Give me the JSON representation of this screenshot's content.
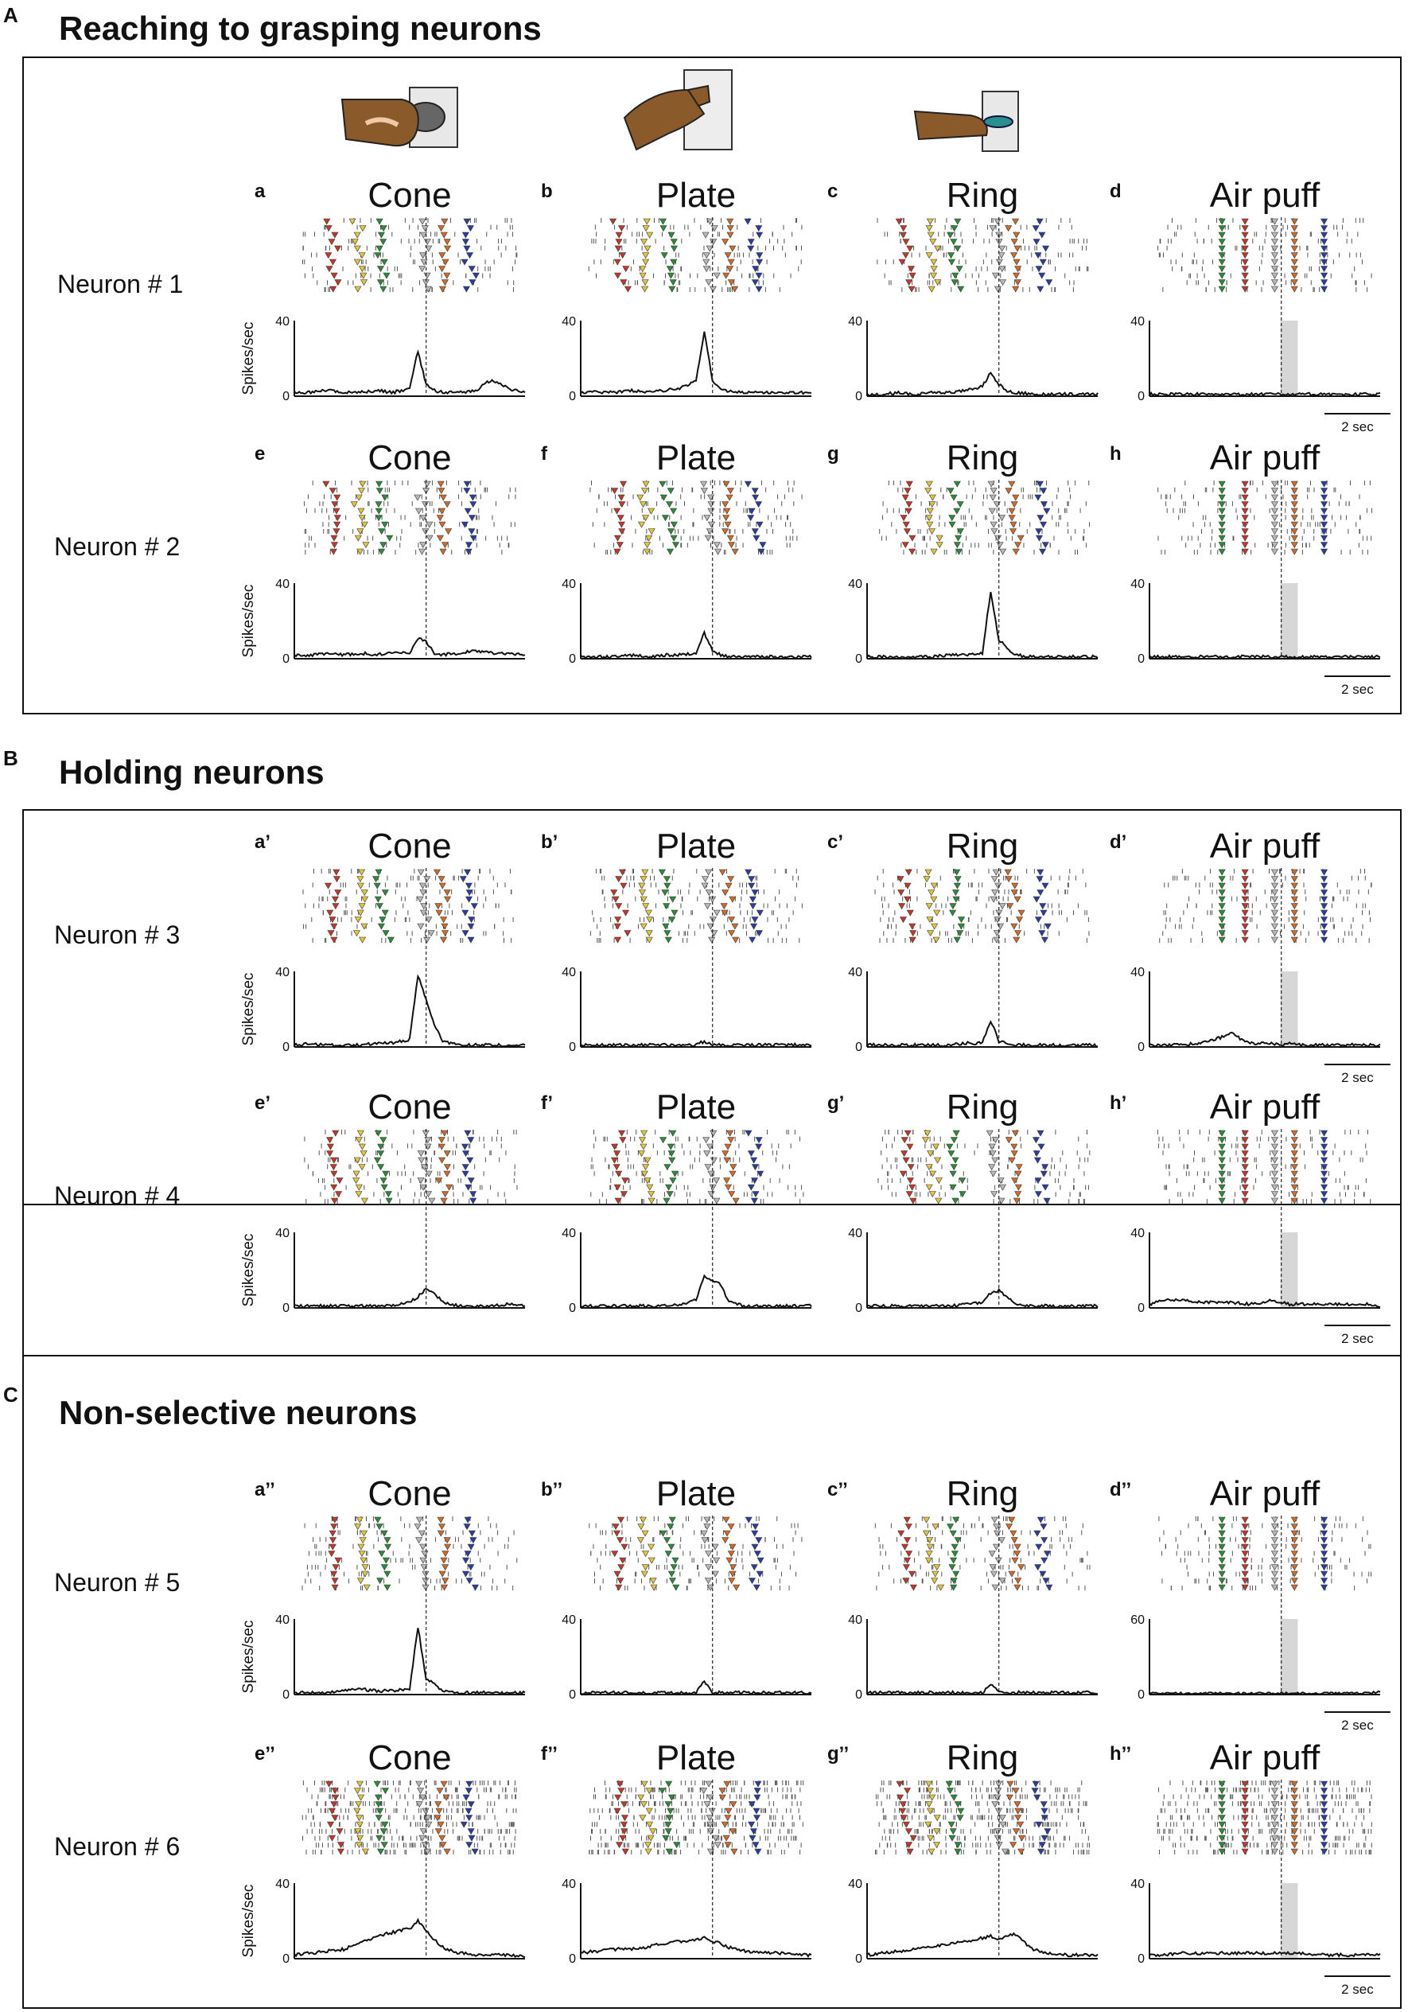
{
  "conditions": [
    "Cone",
    "Plate",
    "Ring",
    "Air puff"
  ],
  "time_window_sec": [
    -4,
    3
  ],
  "scale_bar_label": "2 sec",
  "y_label": "Spikes/sec",
  "marker_colors": {
    "red": "#c0392b",
    "yellow": "#e1c542",
    "green": "#2e8b3a",
    "gray": "#b8b8b8",
    "orange": "#cf6b2b",
    "blue": "#2c3e9c"
  },
  "icons": [
    "hand-grasping-cone-icon",
    "hand-grasping-plate-icon",
    "hand-grasping-ring-icon"
  ],
  "sections": [
    {
      "letter": "A",
      "title": "Reaching to grasping neurons",
      "neurons": [
        {
          "label": "Neuron # 1",
          "panels": [
            "a",
            "b",
            "c",
            "d"
          ],
          "ymax": [
            40,
            40,
            40,
            40
          ]
        },
        {
          "label": "Neuron # 2",
          "panels": [
            "e",
            "f",
            "g",
            "h"
          ],
          "ymax": [
            40,
            40,
            40,
            40
          ]
        }
      ]
    },
    {
      "letter": "B",
      "title": "Holding neurons",
      "neurons": [
        {
          "label": "Neuron # 3",
          "panels": [
            "a’",
            "b’",
            "c’",
            "d’"
          ],
          "ymax": [
            40,
            40,
            40,
            40
          ]
        },
        {
          "label": "Neuron # 4",
          "panels": [
            "e’",
            "f’",
            "g’",
            "h’"
          ],
          "ymax": [
            40,
            40,
            40,
            40
          ]
        }
      ]
    },
    {
      "letter": "C",
      "title": "Non-selective neurons",
      "neurons": [
        {
          "label": "Neuron # 5",
          "panels": [
            "a’’",
            "b’’",
            "c’’",
            "d’’"
          ],
          "ymax": [
            40,
            40,
            40,
            60
          ]
        },
        {
          "label": "Neuron # 6",
          "panels": [
            "e’’",
            "f’’",
            "g’’",
            "h’’"
          ],
          "ymax": [
            40,
            40,
            40,
            40
          ]
        }
      ]
    }
  ],
  "chart_data": {
    "type": "line",
    "description_units": "firing rate (spikes/sec) vs time (sec) aligned to event at t=0",
    "x": [
      -4,
      -3.5,
      -3,
      -2.5,
      -2,
      -1.5,
      -1,
      -0.5,
      -0.25,
      0,
      0.25,
      0.5,
      1,
      1.5,
      2,
      2.5,
      3
    ],
    "series": [
      {
        "neuron": 1,
        "condition": "Cone",
        "values": [
          2,
          2,
          3,
          2,
          2,
          3,
          2,
          4,
          24,
          6,
          3,
          2,
          2,
          3,
          9,
          4,
          2
        ]
      },
      {
        "neuron": 1,
        "condition": "Plate",
        "values": [
          2,
          2,
          2,
          3,
          2,
          3,
          4,
          8,
          34,
          8,
          3,
          3,
          2,
          2,
          2,
          2,
          2
        ]
      },
      {
        "neuron": 1,
        "condition": "Ring",
        "values": [
          1,
          1,
          2,
          1,
          2,
          2,
          3,
          5,
          13,
          6,
          3,
          2,
          1,
          1,
          1,
          1,
          1
        ]
      },
      {
        "neuron": 1,
        "condition": "Air puff",
        "values": [
          1,
          1,
          1,
          1,
          1,
          1,
          1,
          1,
          2,
          1,
          1,
          1,
          1,
          1,
          1,
          1,
          1
        ]
      },
      {
        "neuron": 2,
        "condition": "Cone",
        "values": [
          2,
          2,
          3,
          2,
          3,
          2,
          3,
          3,
          11,
          9,
          3,
          2,
          3,
          4,
          3,
          3,
          2
        ]
      },
      {
        "neuron": 2,
        "condition": "Plate",
        "values": [
          1,
          1,
          1,
          2,
          1,
          2,
          2,
          3,
          14,
          4,
          2,
          1,
          1,
          1,
          1,
          1,
          1
        ]
      },
      {
        "neuron": 2,
        "condition": "Ring",
        "values": [
          1,
          1,
          1,
          1,
          1,
          2,
          2,
          3,
          36,
          10,
          6,
          2,
          1,
          1,
          1,
          1,
          1
        ]
      },
      {
        "neuron": 2,
        "condition": "Air puff",
        "values": [
          1,
          1,
          1,
          1,
          1,
          1,
          1,
          1,
          1,
          1,
          1,
          1,
          1,
          1,
          1,
          1,
          1
        ]
      },
      {
        "neuron": 3,
        "condition": "Cone",
        "values": [
          1,
          2,
          1,
          1,
          1,
          2,
          2,
          4,
          38,
          25,
          12,
          3,
          1,
          1,
          1,
          1,
          1
        ]
      },
      {
        "neuron": 3,
        "condition": "Plate",
        "values": [
          1,
          1,
          1,
          1,
          1,
          1,
          1,
          1,
          3,
          1,
          1,
          1,
          1,
          1,
          1,
          1,
          1
        ]
      },
      {
        "neuron": 3,
        "condition": "Ring",
        "values": [
          1,
          1,
          1,
          1,
          1,
          1,
          2,
          2,
          14,
          3,
          2,
          1,
          1,
          1,
          1,
          1,
          1
        ]
      },
      {
        "neuron": 3,
        "condition": "Air puff",
        "values": [
          1,
          1,
          1,
          2,
          4,
          7,
          2,
          2,
          2,
          1,
          2,
          1,
          1,
          1,
          1,
          1,
          1
        ]
      },
      {
        "neuron": 4,
        "condition": "Cone",
        "values": [
          1,
          1,
          1,
          1,
          1,
          1,
          1,
          3,
          6,
          10,
          8,
          3,
          1,
          1,
          1,
          2,
          1
        ]
      },
      {
        "neuron": 4,
        "condition": "Plate",
        "values": [
          1,
          1,
          1,
          1,
          1,
          1,
          2,
          4,
          17,
          15,
          12,
          3,
          1,
          1,
          1,
          1,
          1
        ]
      },
      {
        "neuron": 4,
        "condition": "Ring",
        "values": [
          1,
          1,
          1,
          1,
          1,
          1,
          2,
          3,
          8,
          9,
          6,
          2,
          1,
          1,
          1,
          1,
          1
        ]
      },
      {
        "neuron": 4,
        "condition": "Air puff",
        "values": [
          2,
          4,
          4,
          3,
          3,
          3,
          2,
          3,
          4,
          3,
          2,
          2,
          2,
          2,
          2,
          2,
          1
        ]
      },
      {
        "neuron": 5,
        "condition": "Cone",
        "values": [
          1,
          1,
          1,
          2,
          3,
          2,
          2,
          3,
          36,
          8,
          6,
          2,
          1,
          1,
          1,
          1,
          1
        ]
      },
      {
        "neuron": 5,
        "condition": "Plate",
        "values": [
          1,
          1,
          1,
          1,
          1,
          1,
          1,
          1,
          7,
          1,
          1,
          1,
          1,
          1,
          1,
          1,
          1
        ]
      },
      {
        "neuron": 5,
        "condition": "Ring",
        "values": [
          1,
          1,
          1,
          1,
          1,
          1,
          1,
          1,
          6,
          1,
          1,
          1,
          1,
          1,
          1,
          1,
          1
        ]
      },
      {
        "neuron": 5,
        "condition": "Air puff",
        "values": [
          1,
          1,
          1,
          1,
          1,
          1,
          1,
          1,
          1,
          1,
          1,
          1,
          1,
          1,
          1,
          1,
          2
        ]
      },
      {
        "neuron": 6,
        "condition": "Cone",
        "values": [
          2,
          3,
          4,
          5,
          8,
          12,
          14,
          16,
          20,
          15,
          10,
          6,
          3,
          2,
          2,
          2,
          1
        ]
      },
      {
        "neuron": 6,
        "condition": "Plate",
        "values": [
          3,
          4,
          5,
          5,
          6,
          8,
          9,
          10,
          11,
          9,
          8,
          6,
          4,
          3,
          3,
          2,
          2
        ]
      },
      {
        "neuron": 6,
        "condition": "Ring",
        "values": [
          2,
          3,
          4,
          5,
          6,
          8,
          9,
          11,
          12,
          10,
          12,
          13,
          5,
          3,
          2,
          2,
          2
        ]
      },
      {
        "neuron": 6,
        "condition": "Air puff",
        "values": [
          2,
          2,
          3,
          3,
          3,
          3,
          3,
          3,
          3,
          3,
          3,
          3,
          2,
          2,
          2,
          2,
          2
        ]
      }
    ]
  }
}
